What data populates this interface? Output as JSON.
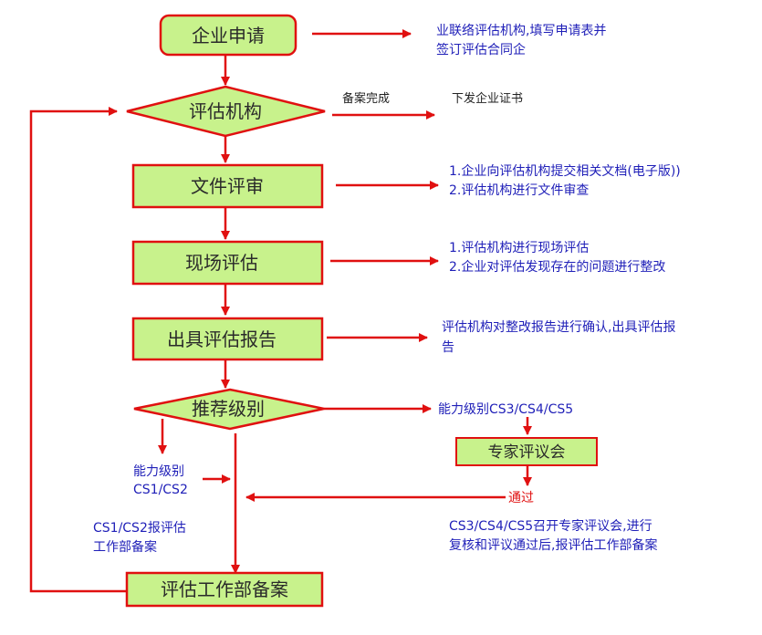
{
  "colors": {
    "node_fill": "#c8f28c",
    "node_stroke": "#e01010",
    "arrow": "#e01010",
    "note_text": "#1f1fb8"
  },
  "nodes": {
    "apply": "企业申请",
    "agency": "评估机构",
    "doc_review": "文件评审",
    "onsite": "现场评估",
    "report": "出具评估报告",
    "recommend": "推荐级别",
    "expert": "专家评议会",
    "record": "评估工作部备案"
  },
  "notes": {
    "apply_1": "业联络评估机构,填写申请表并",
    "apply_2": "签订评估合同企",
    "record_done": "备案完成",
    "cert": "下发企业证书",
    "doc_1": "1.企业向评估机构提交相关文档(电子版))",
    "doc_2": "2.评估机构进行文件审查",
    "onsite_1": "1.评估机构进行现场评估",
    "onsite_2": "2.企业对评估发现存在的问题进行整改",
    "report_1": "评估机构对整改报告进行确认,出具评估报",
    "report_2": "告",
    "level_high": "能力级别CS3/CS4/CS5",
    "pass": "通过",
    "level_low_1": "能力级别",
    "level_low_2": "CS1/CS2",
    "low_record_1": "CS1/CS2报评估",
    "low_record_2": "工作部备案",
    "high_review_1": "CS3/CS4/CS5召开专家评议会,进行",
    "high_review_2": "复核和评议通过后,报评估工作部备案"
  }
}
